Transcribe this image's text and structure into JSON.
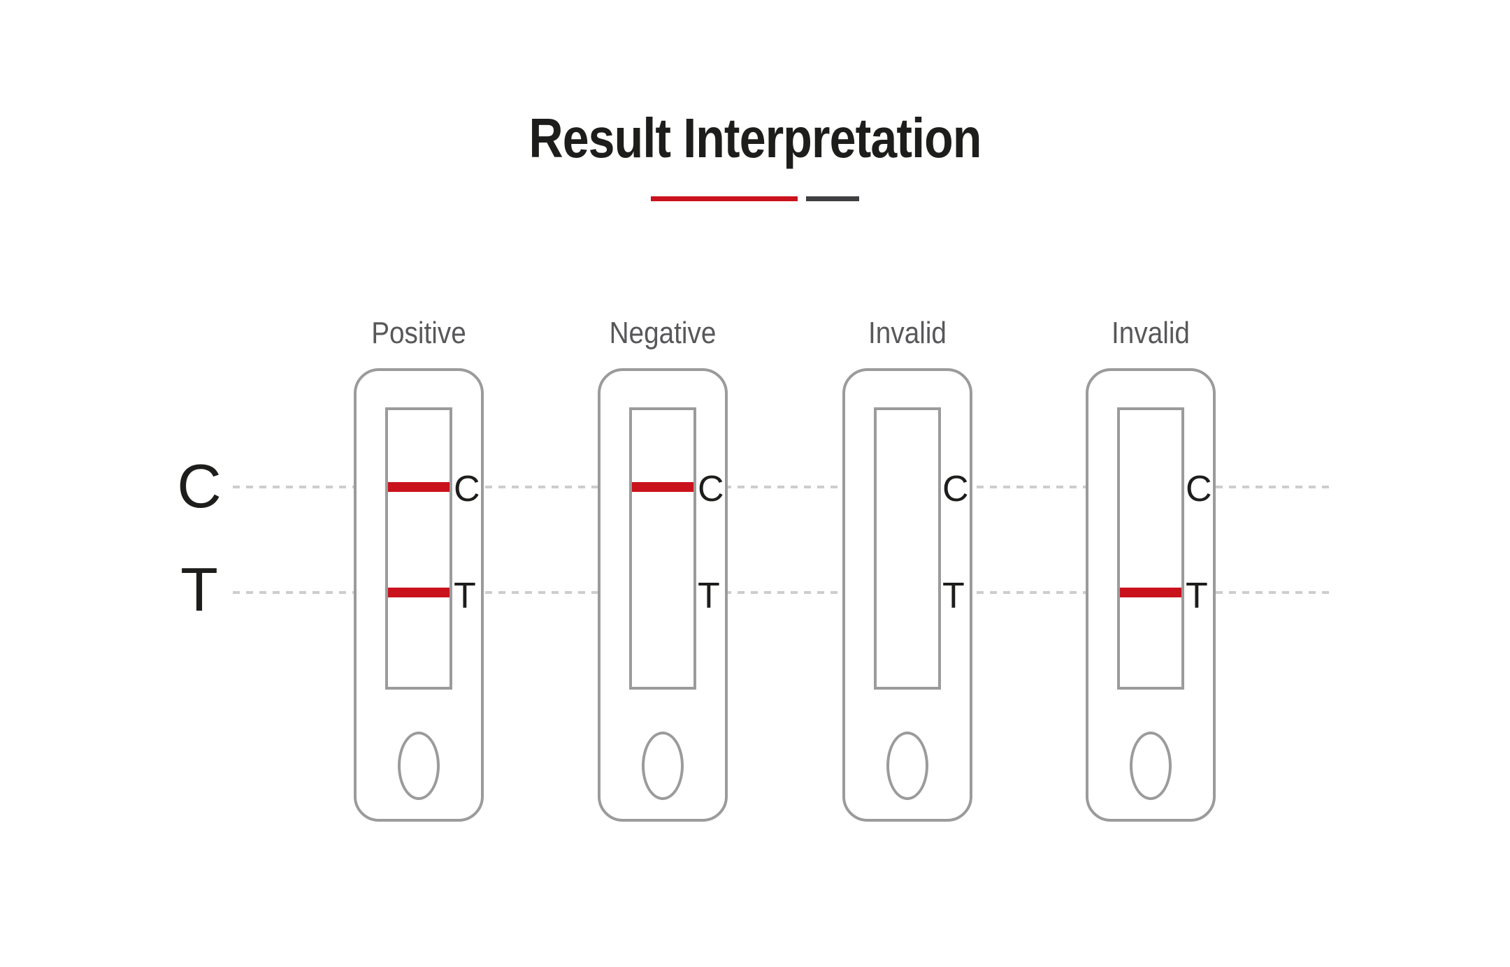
{
  "title": "Result Interpretation",
  "colors": {
    "accent_red": "#c9121c",
    "accent_dark": "#3f3f41",
    "cassette_border_gray": "#9b9b9b",
    "label_gray": "#58585a",
    "dashed_guide_gray": "#cdcdcd",
    "text_black": "#1d1d1b"
  },
  "row_labels": {
    "control": "C",
    "test": "T"
  },
  "cassettes": [
    {
      "label": "Positive",
      "control_letter": "C",
      "test_letter": "T",
      "control_line": true,
      "test_line": true
    },
    {
      "label": "Negative",
      "control_letter": "C",
      "test_letter": "T",
      "control_line": true,
      "test_line": false
    },
    {
      "label": "Invalid",
      "control_letter": "C",
      "test_letter": "T",
      "control_line": false,
      "test_line": false
    },
    {
      "label": "Invalid",
      "control_letter": "C",
      "test_letter": "T",
      "control_line": false,
      "test_line": true
    }
  ]
}
